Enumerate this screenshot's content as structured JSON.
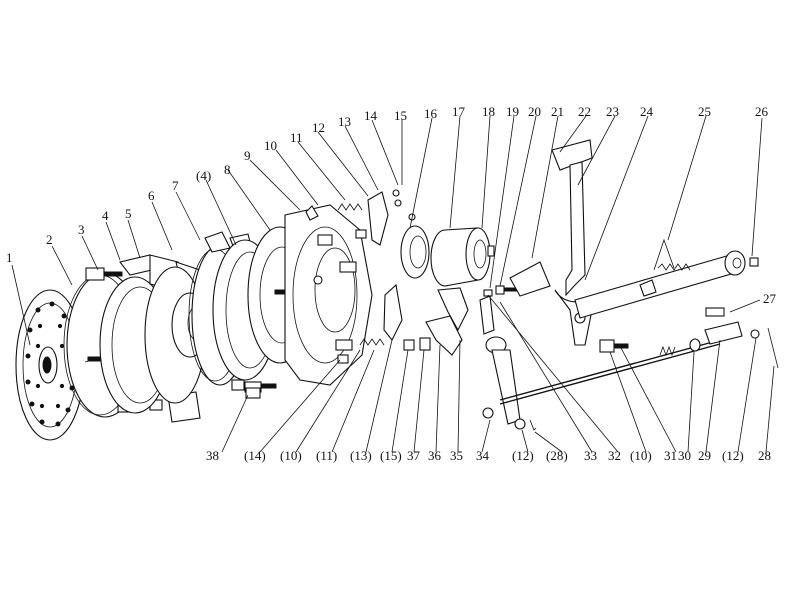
{
  "diagram": {
    "top_labels": [
      "1",
      "2",
      "3",
      "4",
      "5",
      "6",
      "7",
      "(4)",
      "8",
      "9",
      "10",
      "11",
      "12",
      "13",
      "14",
      "15",
      "16",
      "17",
      "18",
      "19",
      "20",
      "21",
      "22",
      "23",
      "24",
      "25",
      "26",
      "27"
    ],
    "bottom_labels": [
      "38",
      "(14)",
      "(10)",
      "(11)",
      "(13)",
      "(15)",
      "37",
      "36",
      "35",
      "34",
      "(12)",
      "(28)",
      "33",
      "32",
      "(10)",
      "31",
      "30",
      "29",
      "(12)",
      "28"
    ]
  }
}
